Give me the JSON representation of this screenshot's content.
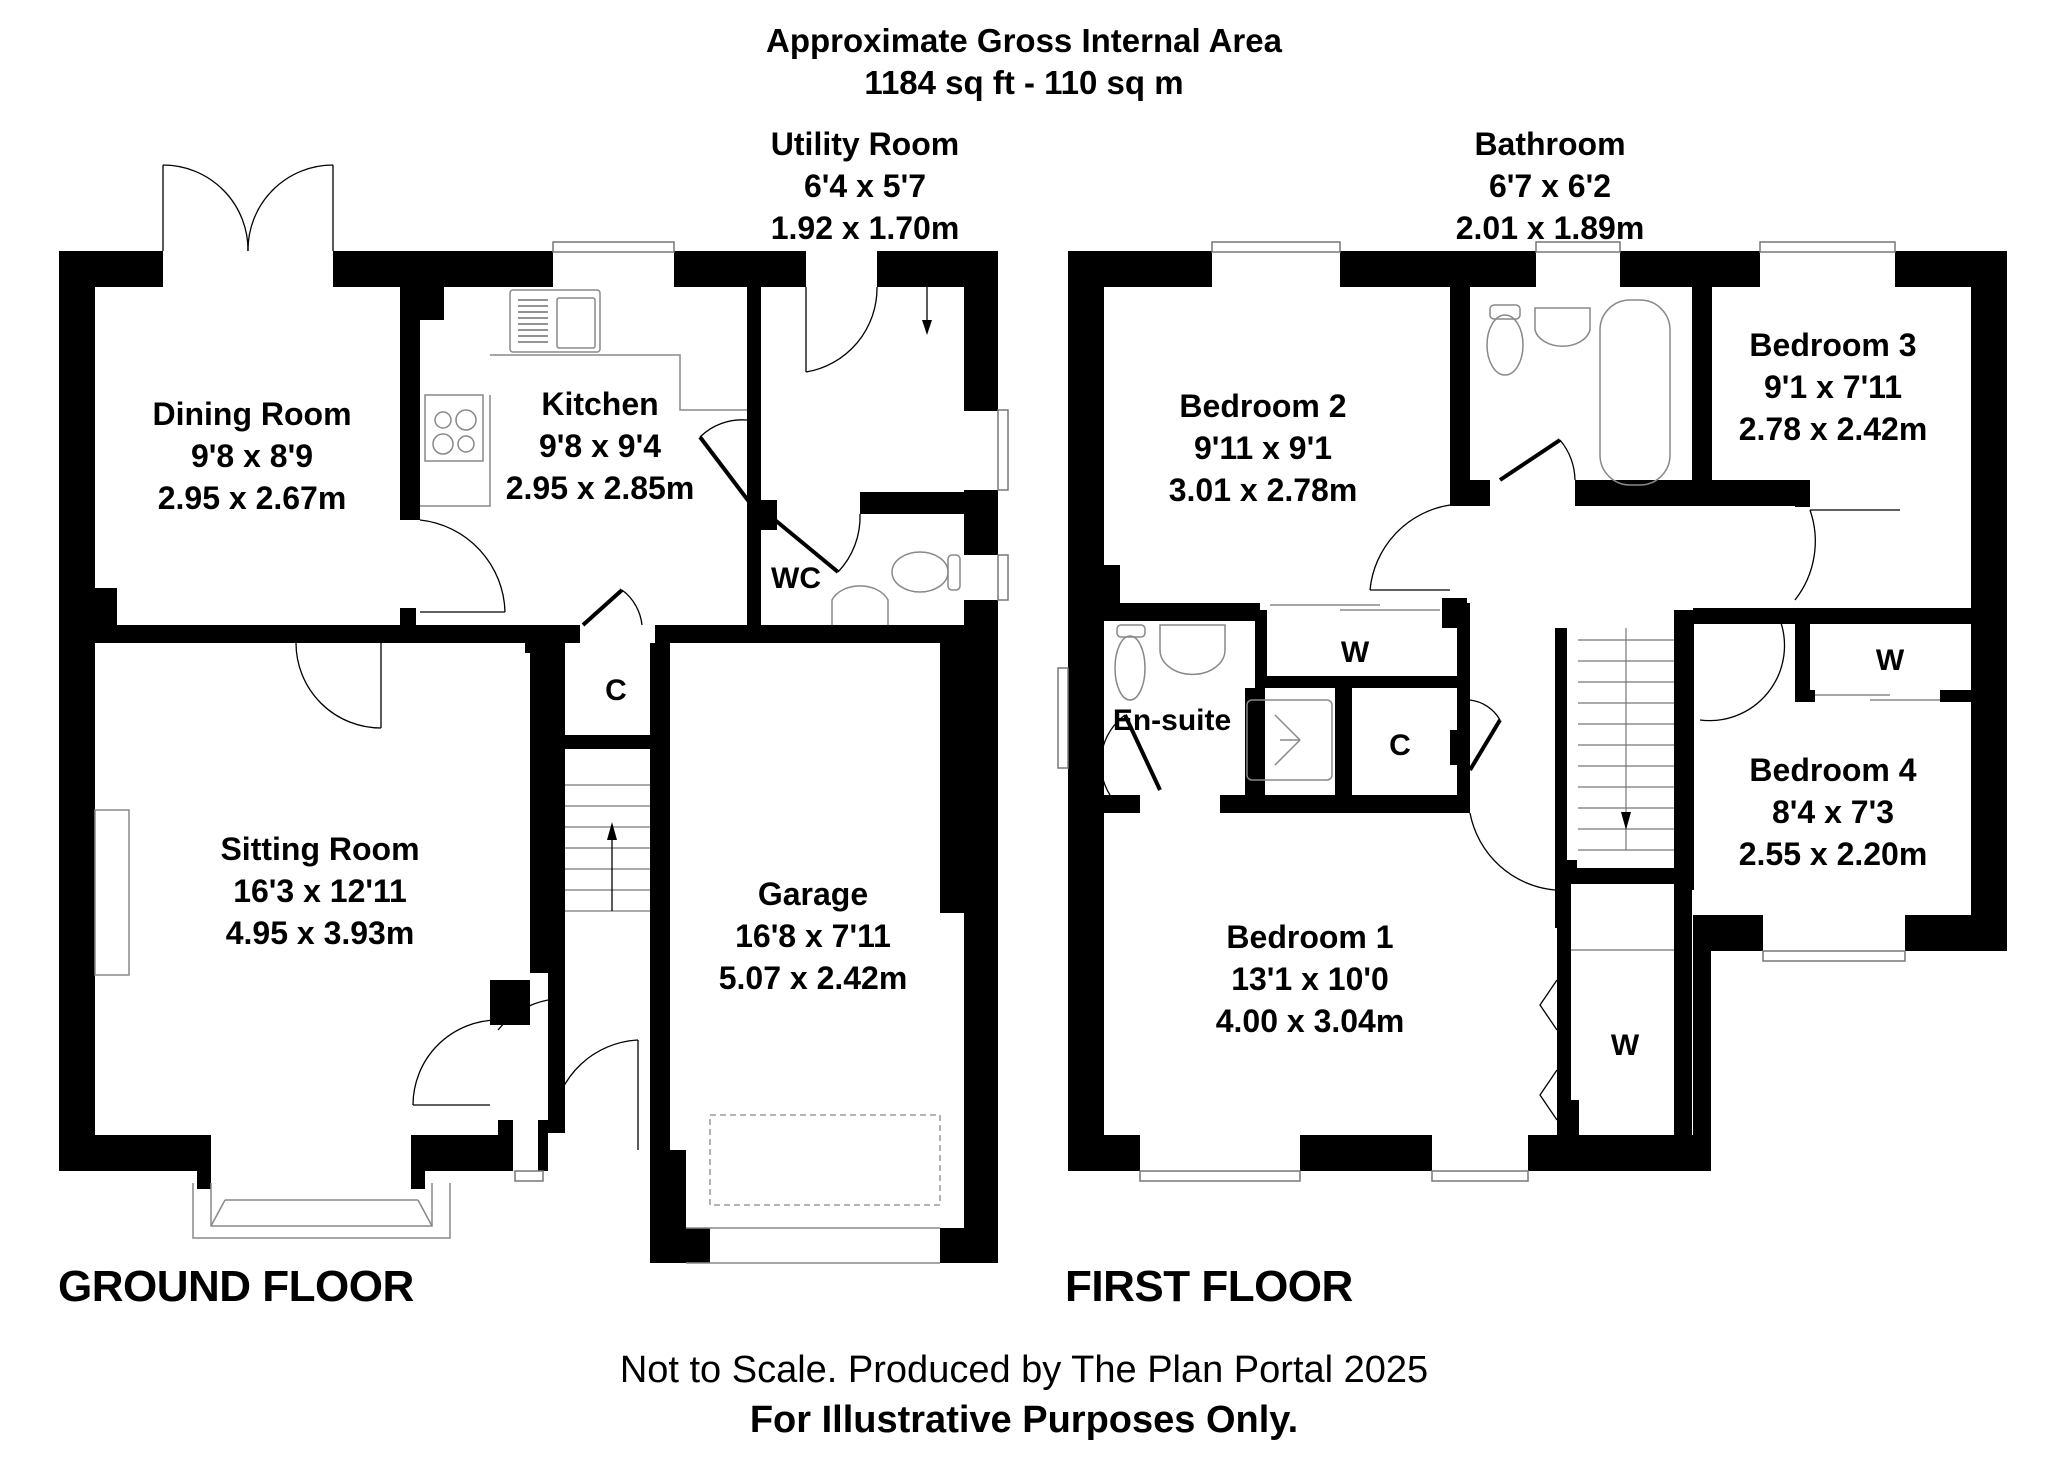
{
  "header": {
    "title": "Approximate Gross Internal Area",
    "area": "1184 sq ft - 110 sq m"
  },
  "ground_floor": {
    "title": "GROUND FLOOR",
    "rooms": [
      {
        "name": "Dining Room",
        "imperial": "9'8 x 8'9",
        "metric": "2.95 x 2.67m"
      },
      {
        "name": "Kitchen",
        "imperial": "9'8 x 9'4",
        "metric": "2.95 x 2.85m"
      },
      {
        "name": "Utility Room",
        "imperial": "6'4 x 5'7",
        "metric": "1.92 x 1.70m"
      },
      {
        "name": "Sitting Room",
        "imperial": "16'3 x 12'11",
        "metric": "4.95 x 3.93m"
      },
      {
        "name": "Garage",
        "imperial": "16'8 x 7'11",
        "metric": "5.07 x 2.42m"
      }
    ],
    "small_labels": {
      "wc": "WC",
      "cupboard": "C"
    }
  },
  "first_floor": {
    "title": "FIRST FLOOR",
    "rooms": [
      {
        "name": "Bathroom",
        "imperial": "6'7 x 6'2",
        "metric": "2.01 x 1.89m"
      },
      {
        "name": "Bedroom 2",
        "imperial": "9'11 x 9'1",
        "metric": "3.01 x 2.78m"
      },
      {
        "name": "Bedroom 3",
        "imperial": "9'1 x 7'11",
        "metric": "2.78 x 2.42m"
      },
      {
        "name": "Bedroom 4",
        "imperial": "8'4 x 7'3",
        "metric": "2.55 x 2.20m"
      },
      {
        "name": "Bedroom 1",
        "imperial": "13'1 x 10'0",
        "metric": "4.00 x 3.04m"
      }
    ],
    "small_labels": {
      "ensuite": "En-suite",
      "cupboard": "C",
      "wardrobe_1": "W",
      "wardrobe_2": "W",
      "wardrobe_3": "W"
    }
  },
  "footer": {
    "line1": "Not to Scale. Produced by The Plan Portal 2025",
    "line2": "For Illustrative Purposes Only."
  }
}
